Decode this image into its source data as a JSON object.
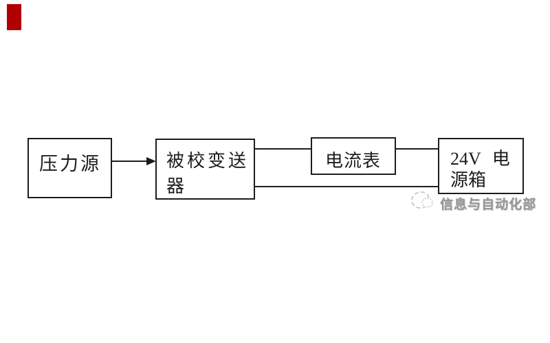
{
  "colors": {
    "background": "#ffffff",
    "box_border": "#1c1c1c",
    "line": "#1c1c1c",
    "text": "#1c1c1c",
    "red_marker": "#b00000",
    "watermark_text": "#969696",
    "watermark_logo": "#c9c9c9"
  },
  "diagram": {
    "type": "block-diagram",
    "nodes": [
      {
        "id": "pressure-source",
        "label": "压力源"
      },
      {
        "id": "calibrated-transmitter",
        "label_line1": "被校变送",
        "label_line2": "器"
      },
      {
        "id": "ammeter",
        "label": "电流表"
      },
      {
        "id": "power-supply-box",
        "label_value": "24V",
        "label_line1_suffix": "电",
        "label_line2": "源箱"
      }
    ],
    "edges": [
      {
        "from": "pressure-source",
        "to": "calibrated-transmitter",
        "style": "arrow"
      },
      {
        "from": "calibrated-transmitter",
        "to": "ammeter",
        "style": "line"
      },
      {
        "from": "ammeter",
        "to": "power-supply-box",
        "style": "line"
      },
      {
        "from": "calibrated-transmitter",
        "to": "power-supply-box",
        "style": "line"
      }
    ]
  },
  "watermark": {
    "logo": "mascot-outline-logo",
    "text": "信息与自动化部"
  }
}
